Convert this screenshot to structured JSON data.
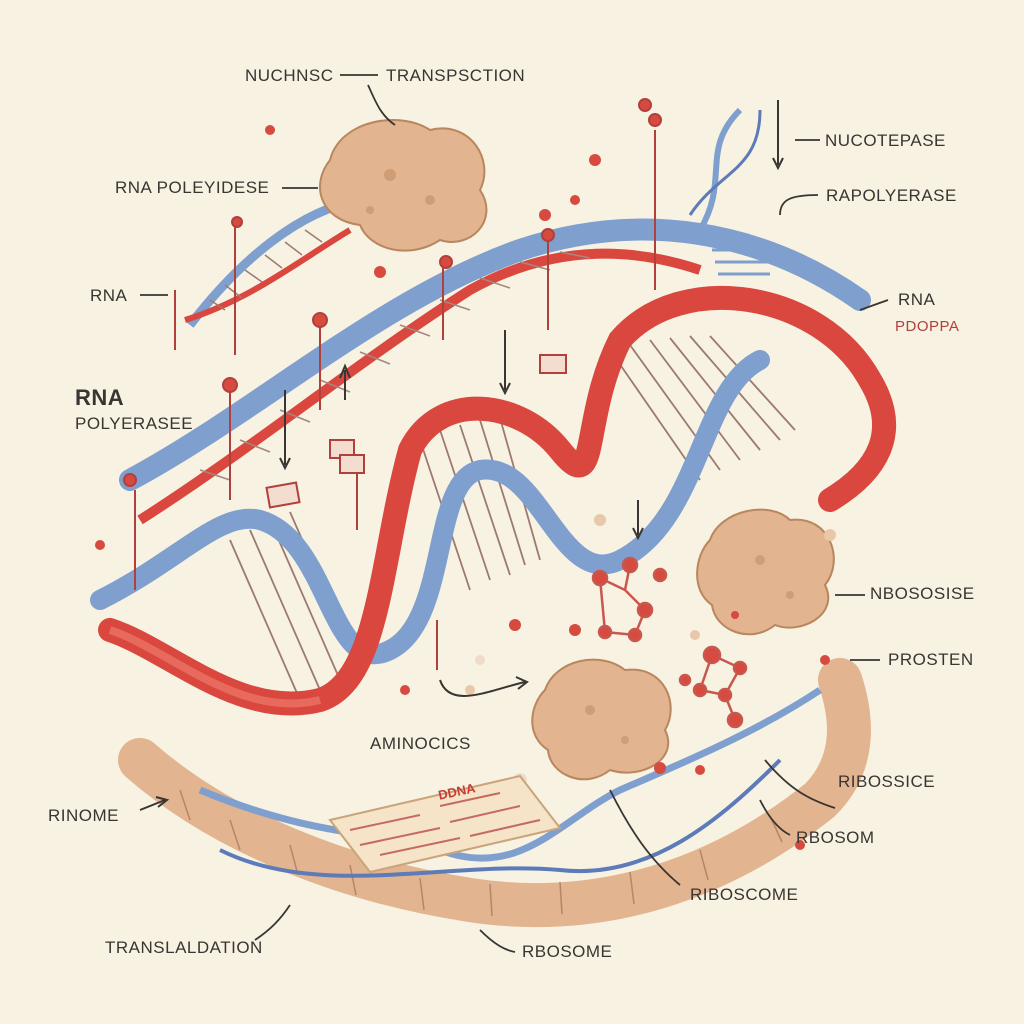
{
  "labels": {
    "nuchnsc": "NUCHNSC",
    "transpsction": "TRANSPSCTION",
    "nucotepase": "NUCOTEPASE",
    "rna_polyeydese": "RNA POLEYIDESE",
    "rapolyerase": "RAPOLYERASE",
    "rna_left": "RNA",
    "rna_right_1": "RNA",
    "rna_right_2": "PDOPPA",
    "rna_big_1": "RNA",
    "rna_big_2": "POLYERASEE",
    "nbososise": "NBOSOSISE",
    "prosten": "PROSTEN",
    "aminocics": "AMINOCICS",
    "ribossice": "RIBOSSICE",
    "rinome": "RINOME",
    "rbosom": "RBOSOM",
    "riboscome": "RIBOSCOME",
    "translaldation": "TRANSLALDATION",
    "rbosome": "RBOSOME",
    "card": "DDNA"
  },
  "colors": {
    "background": "#f7f2e1",
    "red_strand": "#d9473f",
    "blue_strand": "#7f9fcf",
    "ribosome": "#e2b48f",
    "molecule": "#d64a40",
    "label": "#3a3432"
  }
}
